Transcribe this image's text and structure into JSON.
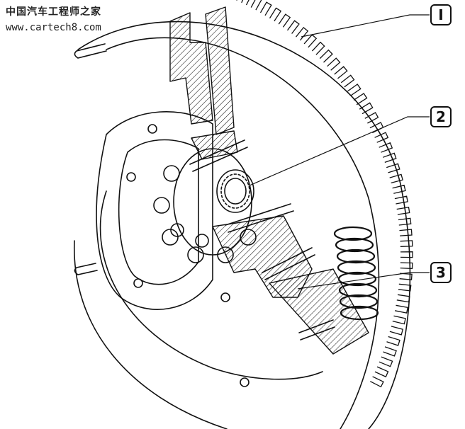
{
  "watermark": {
    "title": "中国汽车工程师之家",
    "url": "www.cartech8.com"
  },
  "callouts": [
    {
      "id": "callout-1",
      "label": "I"
    },
    {
      "id": "callout-2",
      "label": "2"
    },
    {
      "id": "callout-3",
      "label": "3"
    }
  ],
  "colors": {
    "ink": "#111111",
    "paper": "#ffffff"
  }
}
